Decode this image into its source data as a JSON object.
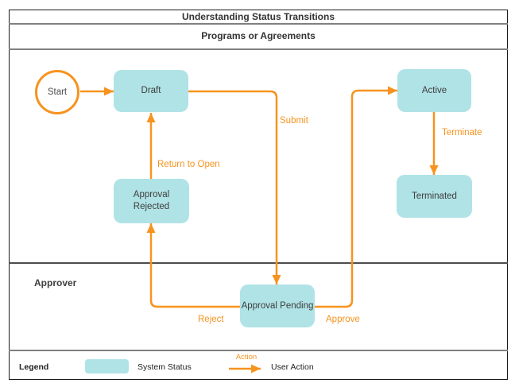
{
  "title": "Understanding Status Transitions",
  "lanes": {
    "programs": {
      "label": "Programs or Agreements"
    },
    "approver": {
      "label": "Approver"
    }
  },
  "nodes": {
    "start": {
      "label": "Start",
      "type": "start-circle"
    },
    "draft": {
      "label": "Draft",
      "type": "system-status"
    },
    "active": {
      "label": "Active",
      "type": "system-status"
    },
    "terminated": {
      "label": "Terminated",
      "type": "system-status"
    },
    "approval_rejected": {
      "label": "Approval Rejected",
      "type": "system-status"
    },
    "approval_pending": {
      "label": "Approval Pending",
      "type": "system-status"
    }
  },
  "edges": {
    "start_to_draft": {
      "label": "",
      "from": "Start",
      "to": "Draft"
    },
    "submit": {
      "label": "Submit",
      "from": "Draft",
      "to": "Approval Pending"
    },
    "return_to_open": {
      "label": "Return to Open",
      "from": "Approval Rejected",
      "to": "Draft"
    },
    "terminate": {
      "label": "Terminate",
      "from": "Active",
      "to": "Terminated"
    },
    "reject": {
      "label": "Reject",
      "from": "Approval Pending",
      "to": "Approval Rejected"
    },
    "approve": {
      "label": "Approve",
      "from": "Approval Pending",
      "to": "Active"
    }
  },
  "legend": {
    "title": "Legend",
    "system_status_label": "System Status",
    "action_label": "Action",
    "user_action_label": "User Action"
  },
  "colors": {
    "node_fill": "#B0E3E6",
    "arrow_orange": "#F7931E",
    "text_dark": "#3D3D3D",
    "separator_gray": "#808080",
    "outer_border": "#1A1A1A"
  }
}
